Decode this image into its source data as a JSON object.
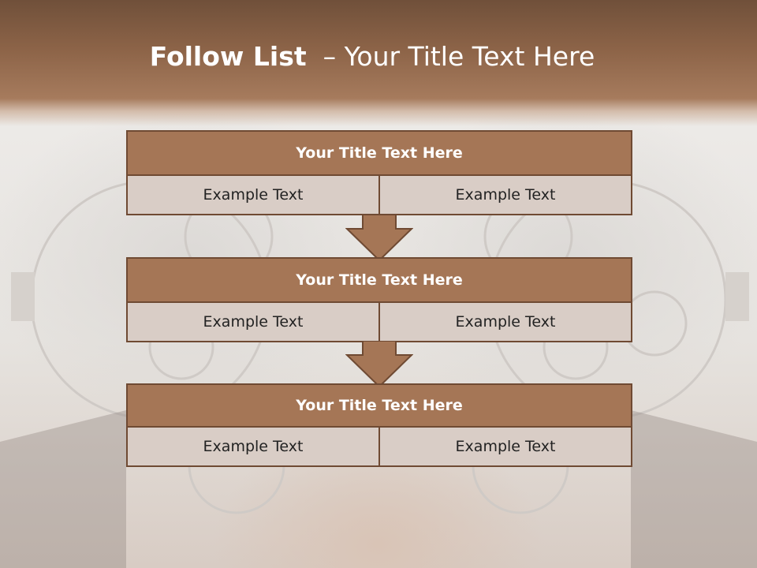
{
  "slide": {
    "title_bold": "Follow List",
    "title_rest": "  – Your Title Text Here"
  },
  "blocks": [
    {
      "title": "Your Title Text Here",
      "left": "Example Text",
      "right": "Example Text"
    },
    {
      "title": "Your Title Text Here",
      "left": "Example Text",
      "right": "Example Text"
    },
    {
      "title": "Your Title Text Here",
      "left": "Example Text",
      "right": "Example Text"
    }
  ],
  "colors": {
    "header": "#8d6448",
    "block_title": "#a57656",
    "block_border": "#6f4a33",
    "block_body": "#d9cdc6",
    "arrow": "#a57656"
  }
}
